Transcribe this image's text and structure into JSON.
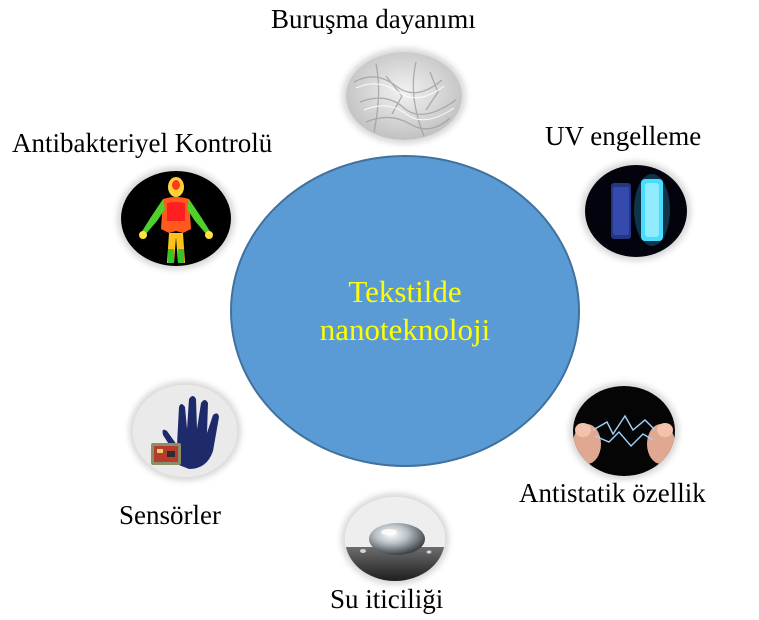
{
  "center": {
    "line1": "Tekstilde",
    "line2": "nanoteknoloji"
  },
  "items": [
    {
      "label": "Buruşma dayanımı",
      "icon": "wrinkled-fabric-icon"
    },
    {
      "label": "UV engelleme",
      "icon": "uv-glowing-bottles-icon"
    },
    {
      "label": "Antistatik özellik",
      "icon": "static-spark-fingers-icon"
    },
    {
      "label": "Su iticiliği",
      "icon": "water-droplet-icon"
    },
    {
      "label": "Sensörler",
      "icon": "sensor-glove-icon"
    },
    {
      "label": "Antibakteriyel Kontrolü",
      "icon": "thermal-body-icon"
    }
  ],
  "colors": {
    "center_fill": "#5b9bd5",
    "center_border": "#41719c",
    "center_text": "#ffff00"
  }
}
